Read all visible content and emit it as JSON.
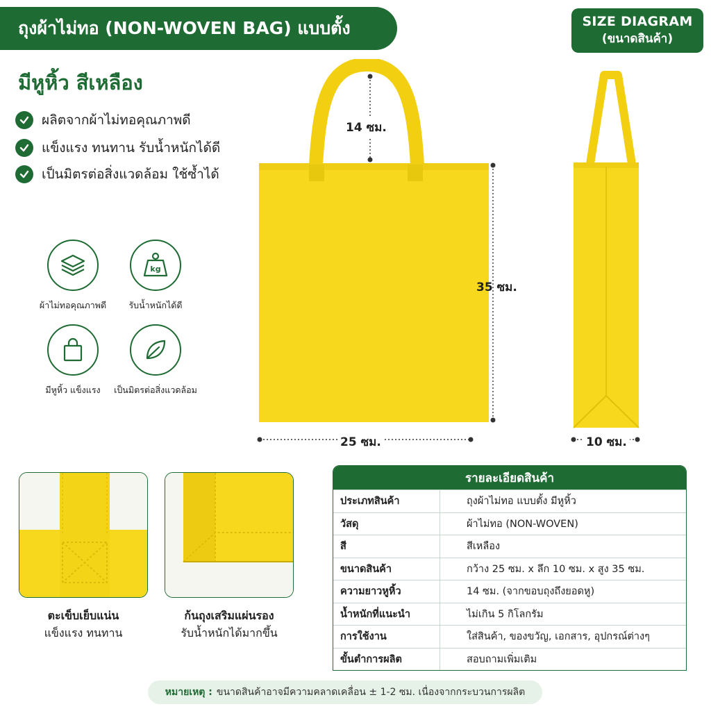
{
  "header": {
    "title": "ถุงผ้าไม่ทอ (NON-WOVEN BAG) แบบตั้ง",
    "size_diagram": {
      "line1": "SIZE DIAGRAM",
      "line2": "(ขนาดสินค้า)"
    }
  },
  "subtitle": "มีหูหิ้ว สีเหลือง",
  "features": [
    "ผลิตจากผ้าไม่ทอคุณภาพดี",
    "แข็งแรง ทนทาน รับน้ำหนักได้ดี",
    "เป็นมิตรต่อสิ่งแวดล้อม ใช้ซ้ำได้"
  ],
  "icons": [
    {
      "icon": "layers-icon",
      "label": "ผ้าไม่ทอคุณภาพดี"
    },
    {
      "icon": "kg-weight-icon",
      "label": "รับน้ำหนักได้ดี",
      "icon_text": "kg"
    },
    {
      "icon": "bag-icon",
      "label": "มีหูหิ้ว แข็งแรง"
    },
    {
      "icon": "leaf-icon",
      "label": "เป็นมิตรต่อสิ่งแวดล้อม"
    }
  ],
  "dimensions": {
    "handle": "14 ซม.",
    "height": "35 ซม.",
    "width": "25 ซม.",
    "depth": "10 ซม."
  },
  "details": [
    {
      "line1": "ตะเข็บเย็บแน่น",
      "line2": "แข็งแรง ทนทาน"
    },
    {
      "line1": "ก้นถุงเสริมแผ่นรอง",
      "line2": "รับน้ำหนักได้มากขึ้น"
    }
  ],
  "spec": {
    "title": "รายละเอียดสินค้า",
    "rows": [
      {
        "k": "ประเภทสินค้า",
        "v": "ถุงผ้าไม่ทอ แบบตั้ง มีหูหิ้ว"
      },
      {
        "k": "วัสดุ",
        "v": "ผ้าไม่ทอ (NON-WOVEN)"
      },
      {
        "k": "สี",
        "v": "สีเหลือง"
      },
      {
        "k": "ขนาดสินค้า",
        "v": "กว้าง 25 ซม. x ลึก 10 ซม. x สูง 35 ซม."
      },
      {
        "k": "ความยาวหูหิ้ว",
        "v": "14 ซม. (จากขอบถุงถึงยอดหู)"
      },
      {
        "k": "น้ำหนักที่แนะนำ",
        "v": "ไม่เกิน 5 กิโลกรัม"
      },
      {
        "k": "การใช้งาน",
        "v": "ใส่สินค้า, ของขวัญ, เอกสาร, อุปกรณ์ต่างๆ"
      },
      {
        "k": "ขั้นตำการผลิต",
        "v": "สอบถามเพิ่มเติม"
      }
    ]
  },
  "note": {
    "label": "หมายเหตุ :",
    "text": "ขนาดสินค้าอาจมีความคลาดเคลื่อน ± 1-2 ซม. เนื่องจากกระบวนการผลิต"
  },
  "colors": {
    "brand_green": "#1f6b34",
    "bag_yellow": "#f7d81c",
    "note_bg": "#e6f1e7"
  }
}
